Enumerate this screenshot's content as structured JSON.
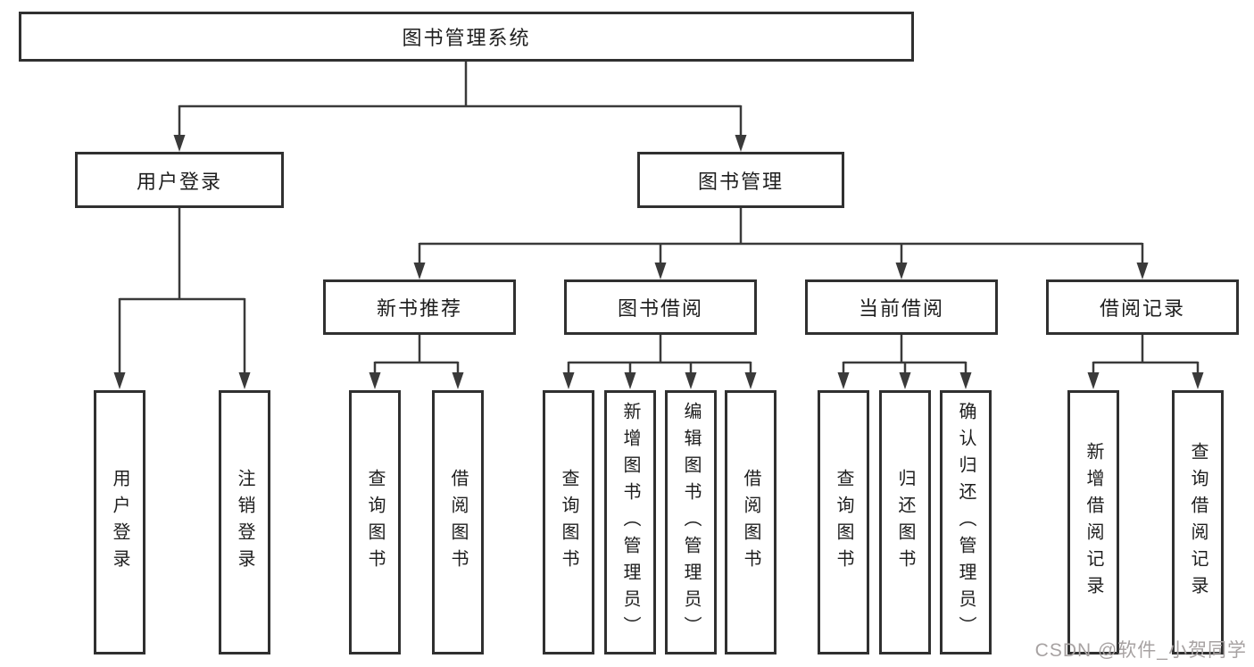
{
  "diagram": {
    "root": {
      "label": "图书管理系统"
    },
    "branches": [
      {
        "label": "用户登录",
        "leaves": [
          "用户登录",
          "注销登录"
        ]
      },
      {
        "label": "图书管理",
        "groups": [
          {
            "label": "新书推荐",
            "leaves": [
              "查询图书",
              "借阅图书"
            ]
          },
          {
            "label": "图书借阅",
            "leaves": [
              "查询图书",
              "新增图书（管理员）",
              "编辑图书（管理员）",
              "借阅图书"
            ]
          },
          {
            "label": "当前借阅",
            "leaves": [
              "查询图书",
              "归还图书",
              "确认归还（管理员）"
            ]
          },
          {
            "label": "借阅记录",
            "leaves": [
              "新增借阅记录",
              "查询借阅记录"
            ]
          }
        ]
      }
    ]
  },
  "watermark": {
    "text": "CSDN @软件_小贺同学",
    "color": "#a7a2a2"
  },
  "colors": {
    "line": "#3a3a3a",
    "box_border": "#303030",
    "text": "#1e1e1e",
    "background": "#ffffff"
  }
}
